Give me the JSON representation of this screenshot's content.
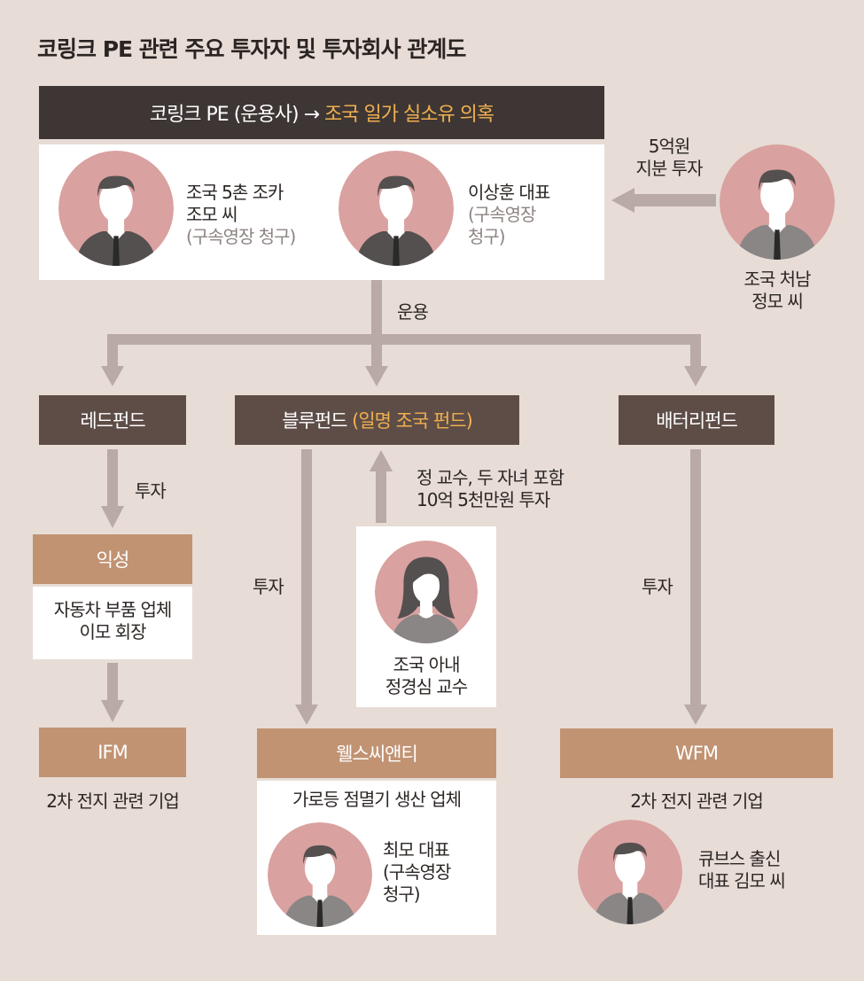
{
  "title": "코링크 PE 관련 주요 투자자 및 투자회사 관계도",
  "top_bar": {
    "prefix": "코링크 PE (운용사) → ",
    "highlight": "조국 일가 실소유 의혹"
  },
  "people": {
    "jo_nephew": {
      "name": "조국 5촌 조카\n조모 씨",
      "status": "(구속영장 청구)"
    },
    "lee_ceo": {
      "name": "이상훈 대표",
      "status": "(구속영장\n청구)"
    },
    "brother_in_law": {
      "name": "조국 처남\n정모 씨"
    },
    "wife": {
      "name": "조국 아내\n정경심 교수"
    },
    "choi_ceo": {
      "name": "최모 대표\n(구속영장\n청구)"
    },
    "kim_ceo": {
      "name": "큐브스 출신\n대표 김모 씨"
    }
  },
  "edge_labels": {
    "equity": "5억원\n지분 투자",
    "operate": "운용",
    "invest_red": "투자",
    "invest_blue": "투자",
    "invest_battery": "투자",
    "family_invest": "정 교수, 두 자녀 포함\n10억 5천만원 투자"
  },
  "funds": {
    "red": "레드펀드",
    "blue_prefix": "블루펀드 ",
    "blue_highlight": "(일명 조국 펀드)",
    "battery": "배터리펀드"
  },
  "companies": {
    "iksung": {
      "name": "익성",
      "desc": "자동차 부품 업체\n이모 회장"
    },
    "ifm": {
      "name": "IFM",
      "desc": "2차 전지 관련 기업"
    },
    "wellsc": {
      "name": "웰스씨앤티",
      "desc": "가로등 점멸기 생산 업체"
    },
    "wfm": {
      "name": "WFM",
      "desc": "2차 전지 관련 기업"
    }
  },
  "icons": {
    "person": "person-avatar-icon",
    "arrow": "arrow-icon"
  },
  "colors": {
    "background": "#e7dcd6",
    "dark_bar": "#3e3634",
    "fund_box": "#5e4d47",
    "company_box": "#c19373",
    "highlight": "#f0b04f",
    "arrow": "#b9aaa6",
    "avatar_bg": "#d9a19f"
  }
}
